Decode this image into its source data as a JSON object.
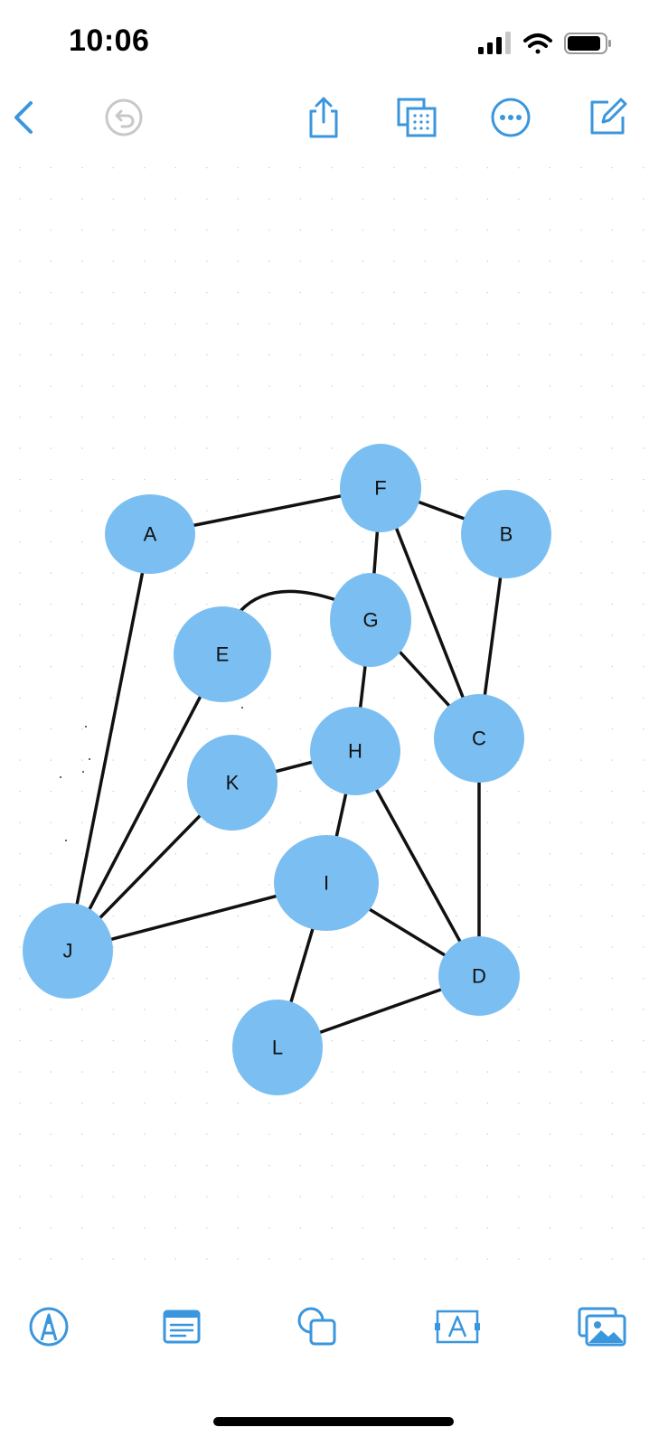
{
  "status_bar": {
    "time": "10:06",
    "icons": [
      "signal-icon",
      "wifi-icon",
      "battery-icon"
    ]
  },
  "toolbar": {
    "items": [
      "back-chevron-icon",
      "undo-icon",
      "share-icon",
      "multi-select-icon",
      "more-icon",
      "compose-icon"
    ],
    "accent_color": "#3a96dd",
    "disabled_color": "#c8c8c8"
  },
  "graph": {
    "node_color": "#7bbff2",
    "edge_color": "#111111",
    "nodes": [
      {
        "id": "A",
        "label": "A"
      },
      {
        "id": "B",
        "label": "B"
      },
      {
        "id": "C",
        "label": "C"
      },
      {
        "id": "D",
        "label": "D"
      },
      {
        "id": "E",
        "label": "E"
      },
      {
        "id": "F",
        "label": "F"
      },
      {
        "id": "G",
        "label": "G"
      },
      {
        "id": "H",
        "label": "H"
      },
      {
        "id": "I",
        "label": "I"
      },
      {
        "id": "J",
        "label": "J"
      },
      {
        "id": "K",
        "label": "K"
      },
      {
        "id": "L",
        "label": "L"
      }
    ],
    "edges": [
      [
        "A",
        "F"
      ],
      [
        "A",
        "J"
      ],
      [
        "F",
        "B"
      ],
      [
        "F",
        "G"
      ],
      [
        "F",
        "C"
      ],
      [
        "B",
        "C"
      ],
      [
        "G",
        "C"
      ],
      [
        "G",
        "H"
      ],
      [
        "E",
        "G"
      ],
      [
        "E",
        "J"
      ],
      [
        "K",
        "J"
      ],
      [
        "K",
        "H"
      ],
      [
        "H",
        "I"
      ],
      [
        "H",
        "D"
      ],
      [
        "C",
        "D"
      ],
      [
        "I",
        "J"
      ],
      [
        "I",
        "D"
      ],
      [
        "I",
        "L"
      ],
      [
        "L",
        "D"
      ]
    ]
  },
  "bottom_bar": {
    "items": [
      "pen-tool-icon",
      "note-card-icon",
      "shapes-icon",
      "text-box-icon",
      "media-icon"
    ]
  }
}
